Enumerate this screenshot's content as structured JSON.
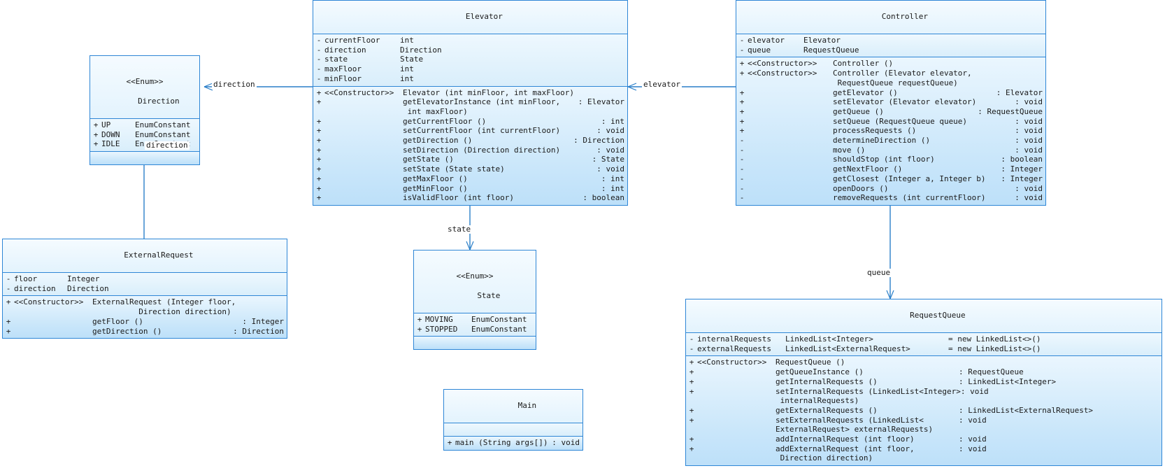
{
  "diagram": {
    "kind": "uml-class-diagram",
    "accent_color": "#2e86d6",
    "fill_color": "#bfe2fa"
  },
  "classes": {
    "elevator": {
      "name": "Elevator",
      "attributes": [
        {
          "vis": "-",
          "name": "currentFloor",
          "type": "int"
        },
        {
          "vis": "-",
          "name": "direction",
          "type": "Direction"
        },
        {
          "vis": "-",
          "name": "state",
          "type": "State"
        },
        {
          "vis": "-",
          "name": "maxFloor",
          "type": "int"
        },
        {
          "vis": "-",
          "name": "minFloor",
          "type": "int"
        }
      ],
      "operations": [
        {
          "vis": "+",
          "stereotype": "<<Constructor>>",
          "sig": "Elevator (int minFloor, int maxFloor)",
          "ret": ""
        },
        {
          "vis": "+",
          "stereotype": "",
          "sig": "getElevatorInstance (int minFloor,\n int maxFloor)",
          "ret": "Elevator"
        },
        {
          "vis": "+",
          "stereotype": "",
          "sig": "getCurrentFloor ()",
          "ret": "int"
        },
        {
          "vis": "+",
          "stereotype": "",
          "sig": "setCurrentFloor (int currentFloor)",
          "ret": "void"
        },
        {
          "vis": "+",
          "stereotype": "",
          "sig": "getDirection ()",
          "ret": "Direction"
        },
        {
          "vis": "+",
          "stereotype": "",
          "sig": "setDirection (Direction direction)",
          "ret": "void"
        },
        {
          "vis": "+",
          "stereotype": "",
          "sig": "getState ()",
          "ret": "State"
        },
        {
          "vis": "+",
          "stereotype": "",
          "sig": "setState (State state)",
          "ret": "void"
        },
        {
          "vis": "+",
          "stereotype": "",
          "sig": "getMaxFloor ()",
          "ret": "int"
        },
        {
          "vis": "+",
          "stereotype": "",
          "sig": "getMinFloor ()",
          "ret": "int"
        },
        {
          "vis": "+",
          "stereotype": "",
          "sig": "isValidFloor (int floor)",
          "ret": "boolean"
        }
      ]
    },
    "controller": {
      "name": "Controller",
      "attributes": [
        {
          "vis": "-",
          "name": "elevator",
          "type": "Elevator"
        },
        {
          "vis": "-",
          "name": "queue",
          "type": "RequestQueue"
        }
      ],
      "operations": [
        {
          "vis": "+",
          "stereotype": "<<Constructor>>",
          "sig": "Controller ()",
          "ret": ""
        },
        {
          "vis": "+",
          "stereotype": "<<Constructor>>",
          "sig": "Controller (Elevator elevator,\n RequestQueue requestQueue)",
          "ret": ""
        },
        {
          "vis": "+",
          "stereotype": "",
          "sig": "getElevator ()",
          "ret": "Elevator"
        },
        {
          "vis": "+",
          "stereotype": "",
          "sig": "setElevator (Elevator elevator)",
          "ret": "void"
        },
        {
          "vis": "+",
          "stereotype": "",
          "sig": "getQueue ()",
          "ret": "RequestQueue"
        },
        {
          "vis": "+",
          "stereotype": "",
          "sig": "setQueue (RequestQueue queue)",
          "ret": "void"
        },
        {
          "vis": "+",
          "stereotype": "",
          "sig": "processRequests ()",
          "ret": "void"
        },
        {
          "vis": "-",
          "stereotype": "",
          "sig": "determineDirection ()",
          "ret": "void"
        },
        {
          "vis": "-",
          "stereotype": "",
          "sig": "move ()",
          "ret": "void"
        },
        {
          "vis": "-",
          "stereotype": "",
          "sig": "shouldStop (int floor)",
          "ret": "boolean"
        },
        {
          "vis": "-",
          "stereotype": "",
          "sig": "getNextFloor ()",
          "ret": "Integer"
        },
        {
          "vis": "-",
          "stereotype": "",
          "sig": "getClosest (Integer a, Integer b)",
          "ret": "Integer"
        },
        {
          "vis": "-",
          "stereotype": "",
          "sig": "openDoors ()",
          "ret": "void"
        },
        {
          "vis": "-",
          "stereotype": "",
          "sig": "removeRequests (int currentFloor)",
          "ret": "void"
        }
      ]
    },
    "direction": {
      "stereotype": "<<Enum>>",
      "name": "Direction",
      "attributes": [
        {
          "vis": "+",
          "name": "UP",
          "type": "EnumConstant"
        },
        {
          "vis": "+",
          "name": "DOWN",
          "type": "EnumConstant"
        },
        {
          "vis": "+",
          "name": "IDLE",
          "type": "EnumConstant"
        }
      ],
      "operations": []
    },
    "state": {
      "stereotype": "<<Enum>>",
      "name": "State",
      "attributes": [
        {
          "vis": "+",
          "name": "MOVING",
          "type": "EnumConstant"
        },
        {
          "vis": "+",
          "name": "STOPPED",
          "type": "EnumConstant"
        }
      ],
      "operations": []
    },
    "external_request": {
      "name": "ExternalRequest",
      "attributes": [
        {
          "vis": "-",
          "name": "floor",
          "type": "Integer"
        },
        {
          "vis": "-",
          "name": "direction",
          "type": "Direction"
        }
      ],
      "operations": [
        {
          "vis": "+",
          "stereotype": "<<Constructor>>",
          "sig": "ExternalRequest (Integer floor,\n          Direction direction)",
          "ret": ""
        },
        {
          "vis": "+",
          "stereotype": "",
          "sig": "getFloor ()",
          "ret": "Integer"
        },
        {
          "vis": "+",
          "stereotype": "",
          "sig": "getDirection ()",
          "ret": "Direction"
        }
      ]
    },
    "request_queue": {
      "name": "RequestQueue",
      "attributes": [
        {
          "vis": "-",
          "name": "internalRequests",
          "type": "LinkedList<Integer>",
          "init": "= new LinkedList<>()"
        },
        {
          "vis": "-",
          "name": "externalRequests",
          "type": "LinkedList<ExternalRequest>",
          "init": "= new LinkedList<>()"
        }
      ],
      "operations": [
        {
          "vis": "+",
          "stereotype": "<<Constructor>>",
          "sig": "RequestQueue ()",
          "ret": ""
        },
        {
          "vis": "+",
          "stereotype": "",
          "sig": "getQueueInstance ()",
          "ret": "RequestQueue"
        },
        {
          "vis": "+",
          "stereotype": "",
          "sig": "getInternalRequests ()",
          "ret": "LinkedList<Integer>"
        },
        {
          "vis": "+",
          "stereotype": "",
          "sig": "setInternalRequests (LinkedList<Integer>\n internalRequests)",
          "ret": "void"
        },
        {
          "vis": "+",
          "stereotype": "",
          "sig": "getExternalRequests ()",
          "ret": "LinkedList<ExternalRequest>"
        },
        {
          "vis": "+",
          "stereotype": "",
          "sig": "setExternalRequests (LinkedList<\nExternalRequest> externalRequests)",
          "ret": "void"
        },
        {
          "vis": "+",
          "stereotype": "",
          "sig": "addInternalRequest (int floor)",
          "ret": "void"
        },
        {
          "vis": "+",
          "stereotype": "",
          "sig": "addExternalRequest (int floor,\n Direction direction)",
          "ret": "void"
        }
      ]
    },
    "main": {
      "name": "Main",
      "attributes": [],
      "operations": [
        {
          "vis": "+",
          "stereotype": "",
          "sig": "main (String args[])",
          "ret": "void"
        }
      ]
    }
  },
  "associations": [
    {
      "label": "direction",
      "from": "elevator",
      "to": "direction"
    },
    {
      "label": "direction",
      "from": "external_request",
      "to": "direction"
    },
    {
      "label": "state",
      "from": "elevator",
      "to": "state"
    },
    {
      "label": "elevator",
      "from": "controller",
      "to": "elevator"
    },
    {
      "label": "queue",
      "from": "controller",
      "to": "request_queue"
    }
  ]
}
